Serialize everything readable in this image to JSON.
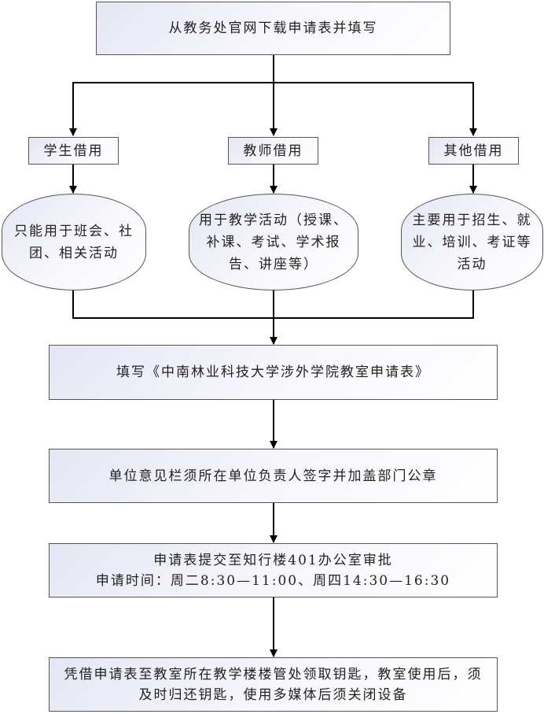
{
  "steps": {
    "download": "从教务处官网下载申请表并填写",
    "branches": [
      {
        "label": "学生借用",
        "desc": "只能用于班会、社团、相关活动"
      },
      {
        "label": "教师借用",
        "desc": "用于教学活动（授课、补课、考试、学术报告、讲座等）"
      },
      {
        "label": "其他借用",
        "desc": "主要用于招生、就业、培训、考证等活动"
      }
    ],
    "fill_form": "填写《中南林业科技大学涉外学院教室申请表》",
    "sign": "单位意见栏须所在单位负责人签字并加盖部门公章",
    "submit_line1": "申请表提交至知行楼401办公室审批",
    "submit_line2": "申请时间：周二8:30—11:00、周四14:30—16:30",
    "key": "凭借申请表至教室所在教学楼楼管处领取钥匙，教室使用后，须及时归还钥匙，使用多媒体后须关闭设备"
  }
}
